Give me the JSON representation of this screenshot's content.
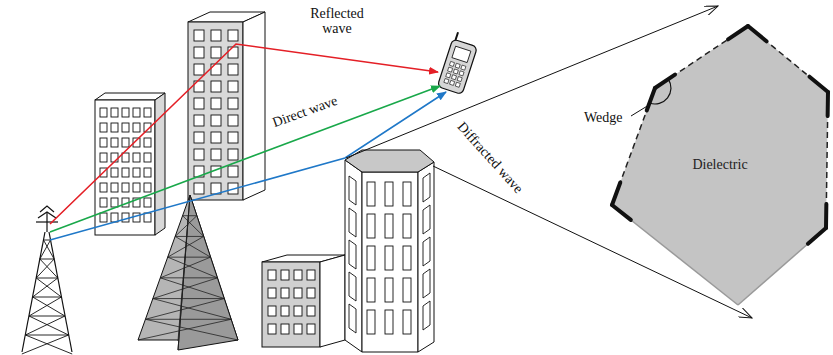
{
  "diagram": {
    "nodes": [
      {
        "text": [
          "Dielectric"
        ]
      }
    ],
    "labels": [
      "Reflected wave",
      "Direct wave",
      "Diffracted wave",
      "Wedge"
    ]
  }
}
